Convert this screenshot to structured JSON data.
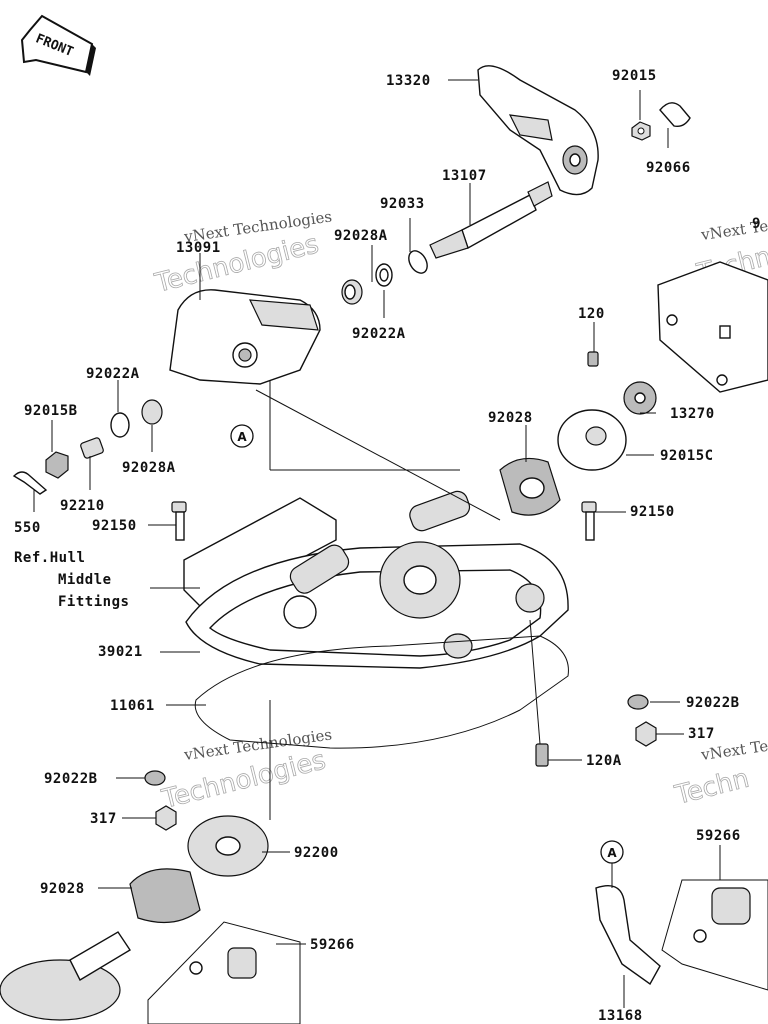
{
  "front_badge": "FRONT",
  "watermarks": [
    {
      "line1": "vNext Technologies",
      "line2": "Technologies"
    },
    {
      "line1": "vNext Te",
      "line2": "Techno"
    },
    {
      "line1": "vNext Technologies",
      "line2": "Technologies"
    },
    {
      "line1": "vNext Te",
      "line2": "Techn"
    }
  ],
  "ref_note": {
    "line1": "Ref.Hull",
    "line2": "Middle",
    "line3": "Fittings"
  },
  "callout_A": "A",
  "parts": [
    {
      "id": "p13320",
      "label": "13320"
    },
    {
      "id": "p92015",
      "label": "92015"
    },
    {
      "id": "p92066",
      "label": "92066"
    },
    {
      "id": "p13107",
      "label": "13107"
    },
    {
      "id": "p92033",
      "label": "92033"
    },
    {
      "id": "p92028A_top",
      "label": "92028A"
    },
    {
      "id": "p13091",
      "label": "13091"
    },
    {
      "id": "p92022A_mid",
      "label": "92022A"
    },
    {
      "id": "p92022A_left",
      "label": "92022A"
    },
    {
      "id": "p92015B",
      "label": "92015B"
    },
    {
      "id": "p92028A_left",
      "label": "92028A"
    },
    {
      "id": "p92210",
      "label": "92210"
    },
    {
      "id": "p550",
      "label": "550"
    },
    {
      "id": "p120",
      "label": "120"
    },
    {
      "id": "p13270",
      "label": "13270"
    },
    {
      "id": "p92028_top",
      "label": "92028"
    },
    {
      "id": "p92015C",
      "label": "92015C"
    },
    {
      "id": "p92150_left",
      "label": "92150"
    },
    {
      "id": "p92150_right",
      "label": "92150"
    },
    {
      "id": "p39021",
      "label": "39021"
    },
    {
      "id": "p11061",
      "label": "11061"
    },
    {
      "id": "p92022B_right",
      "label": "92022B"
    },
    {
      "id": "p317_right",
      "label": "317"
    },
    {
      "id": "p120A",
      "label": "120A"
    },
    {
      "id": "p92022B_left",
      "label": "92022B"
    },
    {
      "id": "p317_left",
      "label": "317"
    },
    {
      "id": "p92200",
      "label": "92200"
    },
    {
      "id": "p92028_bot",
      "label": "92028"
    },
    {
      "id": "p59266_bot",
      "label": "59266"
    },
    {
      "id": "p59266_right",
      "label": "59266"
    },
    {
      "id": "p13168",
      "label": "13168"
    },
    {
      "id": "p9_partial",
      "label": "9"
    }
  ]
}
